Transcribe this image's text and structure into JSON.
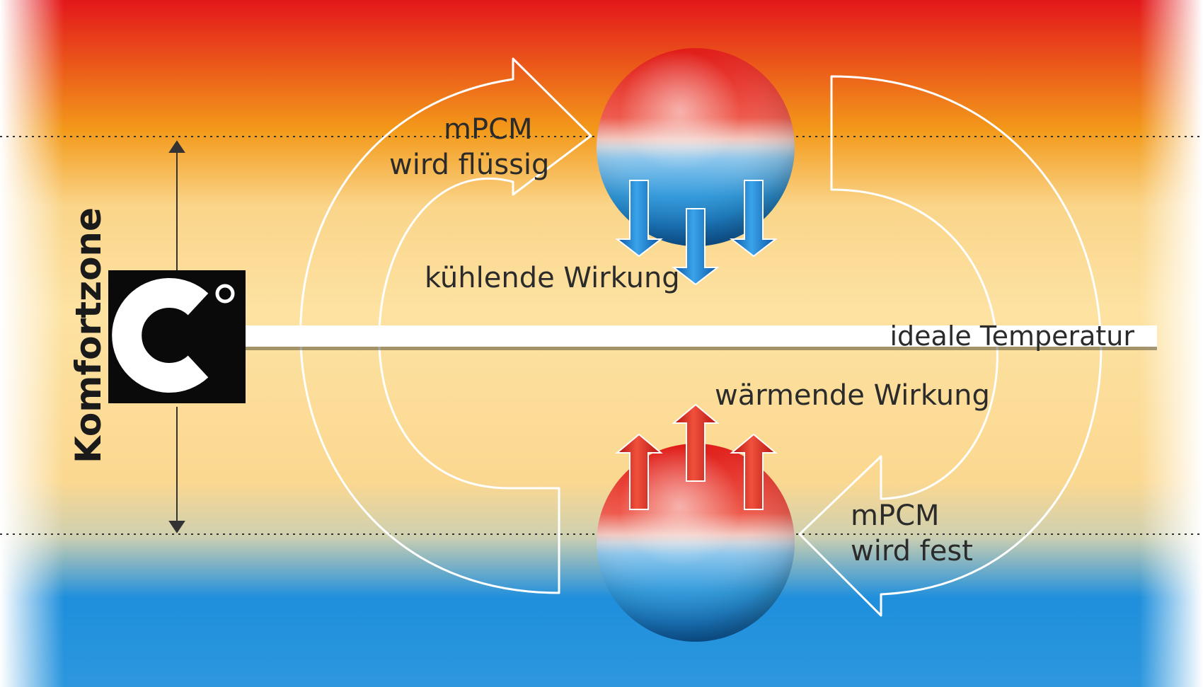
{
  "labels": {
    "comfort_zone": "Komfortzone",
    "top_phase_line1": "mPCM",
    "top_phase_line2": "wird flüssig",
    "cooling": "kühlende Wirkung",
    "ideal_temperature": "ideale Temperatur",
    "warming": "wärmende Wirkung",
    "bottom_phase_line1": "mPCM",
    "bottom_phase_line2": "wird fest",
    "celsius_symbol": "C"
  },
  "colors": {
    "hot": "#e3171b",
    "warm": "#f39a1a",
    "comfort": "#fde2a2",
    "cold": "#1f8fdc",
    "cool_arrow": "#0d63b8",
    "warm_arrow": "#d01f1a"
  }
}
